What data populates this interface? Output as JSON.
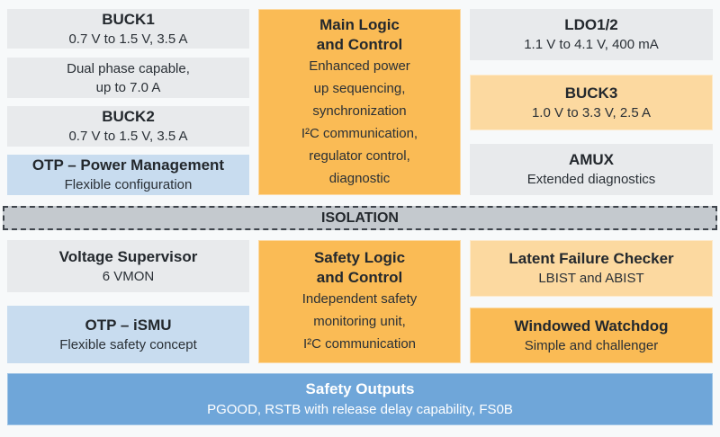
{
  "colors": {
    "background": "#F7F9FA",
    "gray_block": "#E8EAEC",
    "light_blue_block": "#C8DCEF",
    "orange_block": "#FABB55",
    "light_orange_block": "#FCD9A0",
    "isolation_fill": "#C4C9CE",
    "isolation_border": "#3E444B",
    "safety_outputs_blue": "#6FA6D9",
    "text_dark": "#23282D",
    "text_white": "#FFFFFF"
  },
  "top_left": {
    "buck1": {
      "title": "BUCK1",
      "subtitle": "0.7 V to 1.5 V, 3.5 A"
    },
    "dual_phase": {
      "line1": "Dual phase capable,",
      "line2": "up to 7.0 A"
    },
    "buck2": {
      "title": "BUCK2",
      "subtitle": "0.7 V to 1.5 V, 3.5 A"
    },
    "otp_power_management": {
      "title": "OTP – Power Management",
      "subtitle": "Flexible configuration"
    }
  },
  "top_center": {
    "main_logic": {
      "title_lines": [
        "Main Logic",
        "and Control"
      ],
      "body_lines": [
        "Enhanced power",
        "up sequencing,",
        "synchronization",
        "I²C communication,",
        "regulator control,",
        "diagnostic"
      ]
    }
  },
  "top_right": {
    "ldo12": {
      "title": "LDO1/2",
      "subtitle": "1.1 V to 4.1 V, 400 mA"
    },
    "buck3": {
      "title": "BUCK3",
      "subtitle": "1.0 V to 3.3 V, 2.5 A"
    },
    "amux": {
      "title": "AMUX",
      "subtitle": "Extended diagnostics"
    }
  },
  "isolation": {
    "label": "ISOLATION"
  },
  "bottom_left": {
    "voltage_supervisor": {
      "title": "Voltage Supervisor",
      "subtitle": "6 VMON"
    },
    "otp_ismu": {
      "title": "OTP – iSMU",
      "subtitle": "Flexible safety concept"
    }
  },
  "bottom_center": {
    "safety_logic": {
      "title_lines": [
        "Safety Logic",
        "and Control"
      ],
      "body_lines": [
        "Independent safety",
        "monitoring unit,",
        "I²C communication"
      ]
    }
  },
  "bottom_right": {
    "latent_failure_checker": {
      "title": "Latent Failure Checker",
      "subtitle": "LBIST and ABIST"
    },
    "windowed_watchdog": {
      "title": "Windowed Watchdog",
      "subtitle": "Simple and challenger"
    }
  },
  "safety_outputs": {
    "title": "Safety Outputs",
    "subtitle": "PGOOD, RSTB with release delay capability, FS0B"
  }
}
